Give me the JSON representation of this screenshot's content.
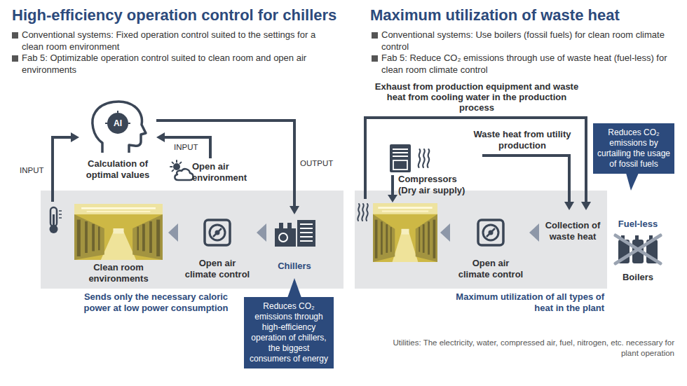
{
  "diagram": {
    "nodes": [
      {
        "text": [
          "AI",
          "Calculation of optimal values"
        ]
      },
      {
        "text": [
          "Open air environment"
        ]
      },
      {
        "text": [
          "Clean room environments"
        ]
      },
      {
        "text": [
          "Open air climate control"
        ]
      },
      {
        "text": [
          "Chillers"
        ]
      },
      {
        "text": [
          "Reduces CO₂ emissions through high-efficiency operation of chillers, the biggest consumers of energy"
        ]
      },
      {
        "text": [
          "Compressors (Dry air supply)"
        ]
      },
      {
        "text": [
          "Open air climate control"
        ]
      },
      {
        "text": [
          "Collection of waste heat"
        ]
      },
      {
        "text": [
          "Fuel-less",
          "Boilers"
        ]
      },
      {
        "text": [
          "Reduces CO₂ emissions by curtailing the usage of fossil fuels"
        ]
      }
    ],
    "edges": [
      {
        "from": 2,
        "to": 0,
        "label": "INPUT",
        "arrow": "to"
      },
      {
        "from": 1,
        "to": 0,
        "label": "INPUT",
        "arrow": "to"
      },
      {
        "from": 0,
        "to": 4,
        "label": "OUTPUT",
        "arrow": "to"
      },
      {
        "from": 4,
        "to": 3,
        "arrow": "to"
      },
      {
        "from": 3,
        "to": 2,
        "arrow": "to"
      },
      {
        "from": 6,
        "to": 8,
        "label": "Waste heat from utility production",
        "arrow": "to"
      },
      {
        "from": 8,
        "to": 7,
        "arrow": "to"
      }
    ],
    "labels": [
      "High-efficiency operation control for chillers",
      "Conventional systems: Fixed operation control suited to the settings for a clean room environment",
      "Fab 5: Optimizable operation control suited to clean room and open air environments",
      "Sends only the necessary caloric power at low power consumption",
      "Maximum utilization of waste heat",
      "Conventional systems: Use boilers (fossil fuels) for clean room climate control",
      "Fab 5: Reduce CO₂ emissions through use of waste heat (fuel-less) for clean room climate control",
      "Exhaust from production equipment and waste heat from cooling water in the production process",
      "Maximum utilization of all types of heat in the plant",
      "Utilities: The electricity, water, compressed air, fuel, nitrogen, etc. necessary for plant operation"
    ]
  }
}
